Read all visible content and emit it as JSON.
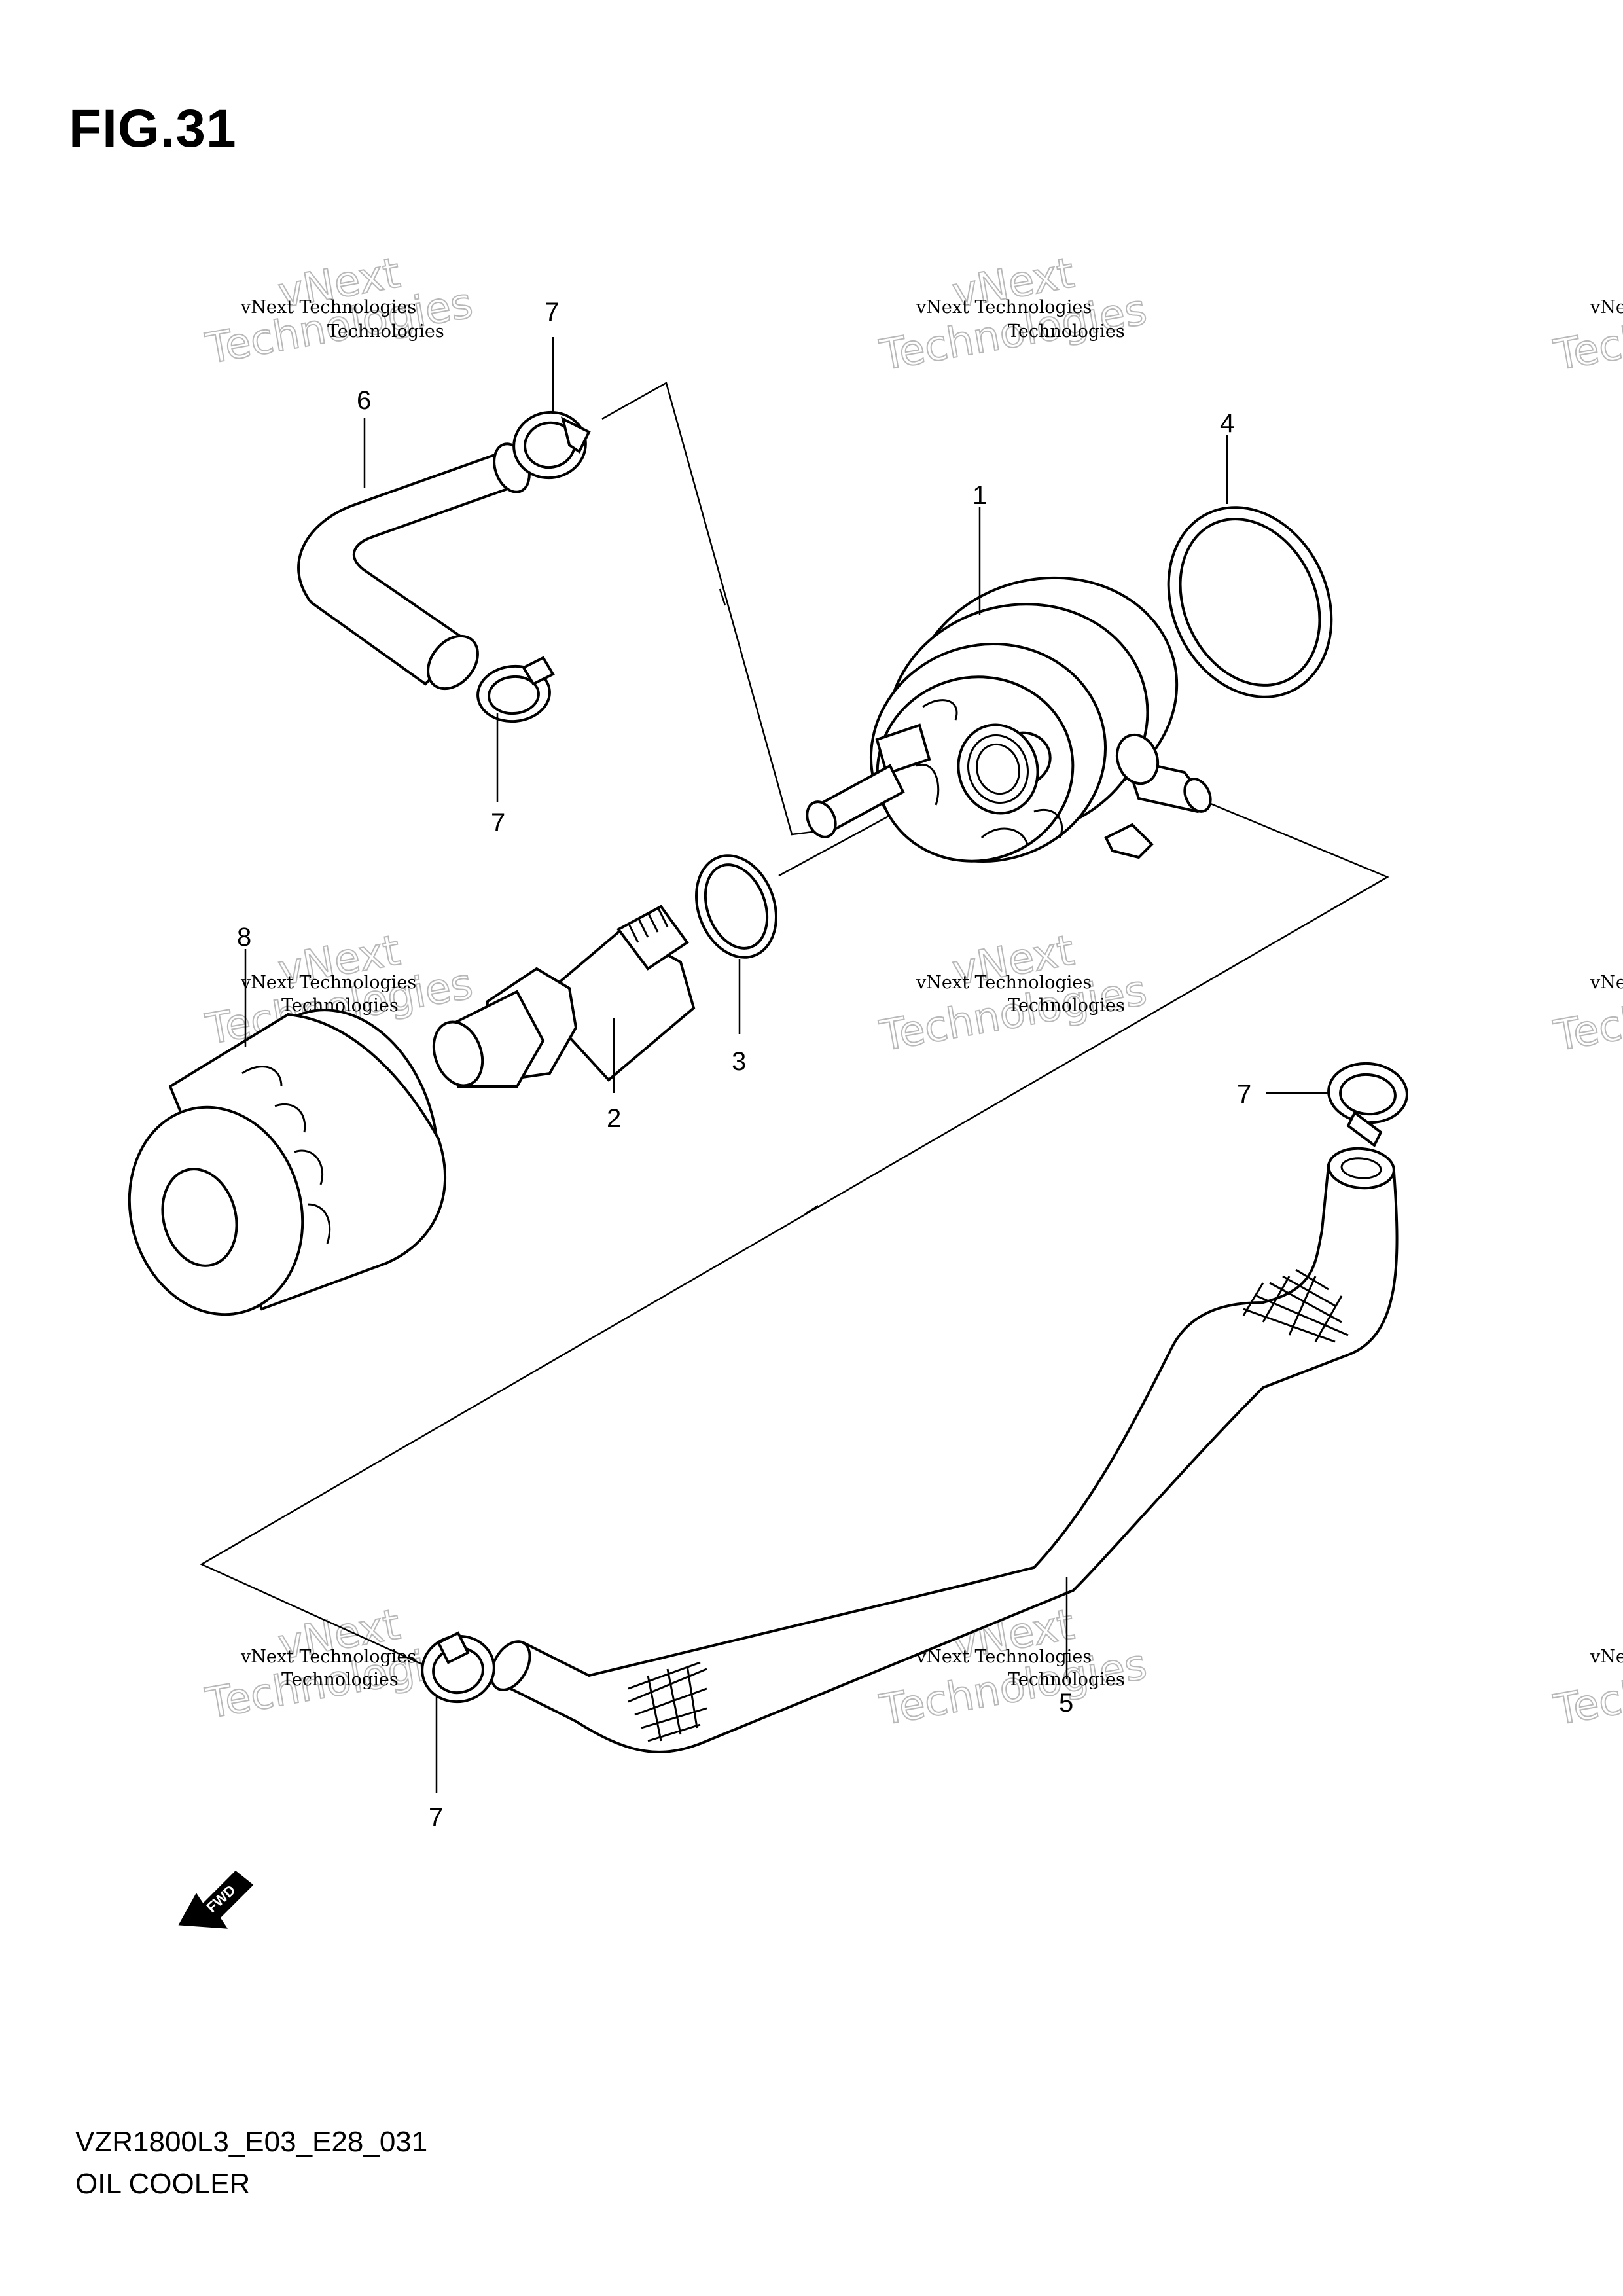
{
  "figure": {
    "title": "FIG.31"
  },
  "footer": {
    "code": "VZR1800L3_E03_E28_031",
    "name": "OIL COOLER"
  },
  "watermark": {
    "line1": "vNext Technologies",
    "line2": "vNext",
    "line3": "Technologies"
  },
  "fwd_arrow": {
    "label": "FWD"
  },
  "callouts": {
    "oil_cooler": "1",
    "union_bolt": "2",
    "o_ring_small": "3",
    "o_ring_large": "4",
    "hose_lower": "5",
    "hose_upper": "6",
    "clamp": "7",
    "oil_filter": "8"
  }
}
